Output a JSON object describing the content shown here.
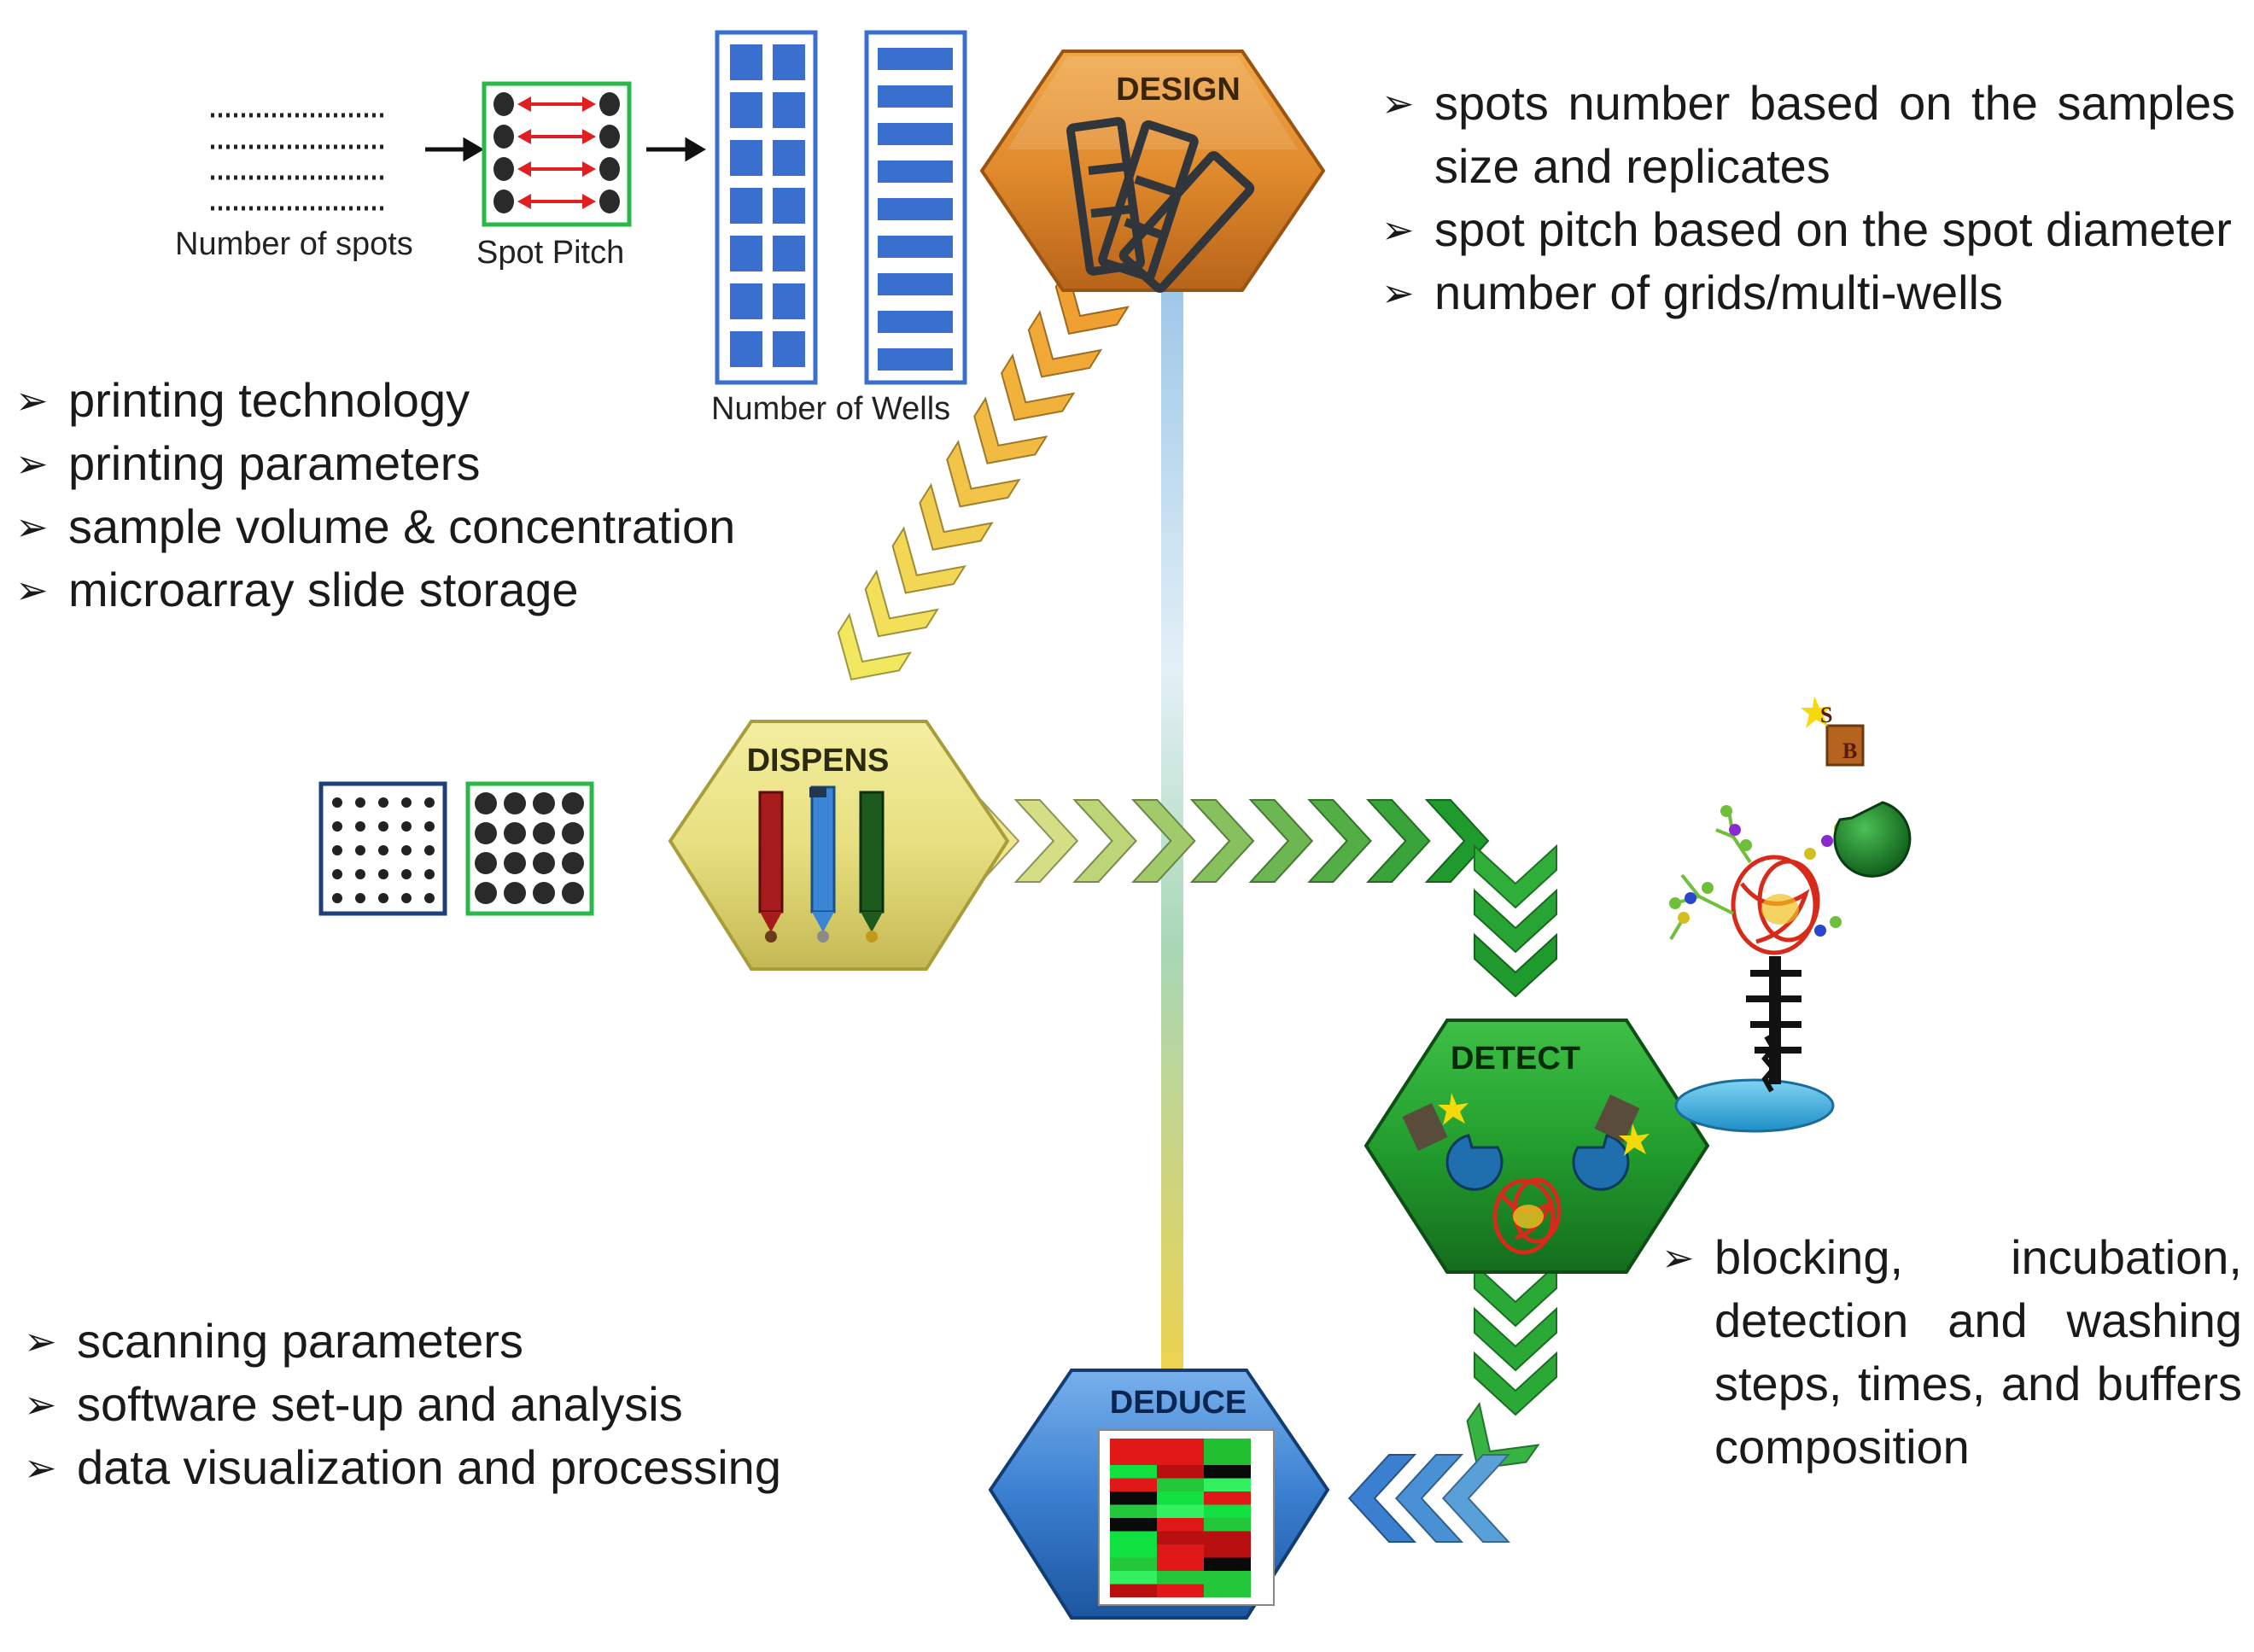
{
  "stages": {
    "design": "DESIGN",
    "dispens": "DISPENS",
    "detect": "DETECT",
    "deduce": "DEDUCE"
  },
  "captions": {
    "number_of_spots": "Number of spots",
    "spot_pitch": "Spot Pitch",
    "number_of_wells": "Number of Wells"
  },
  "design_notes": [
    "spots number based on the samples size and replicates",
    "spot pitch based on the spot diameter",
    "number of grids/multi-wells"
  ],
  "dispens_notes": [
    "printing technology",
    "printing parameters",
    "sample volume & concentration",
    "microarray slide storage"
  ],
  "detect_notes": [
    "blocking, incubation, detection and washing steps, times, and buffers composition"
  ],
  "deduce_notes": [
    "scanning parameters",
    "software set-up and analysis",
    "data visualization and processing"
  ],
  "icons": {
    "bullet": "➢",
    "molecule_label_s": "S",
    "molecule_label_b": "B"
  },
  "colors": {
    "design": "#e08a2c",
    "dispens": "#e7df7f",
    "detect": "#229e2e",
    "deduce": "#3a7fd0",
    "pitch_arrow": "#e02020",
    "grid_blue": "#3b6fcf",
    "grid_green": "#2bb84a"
  }
}
